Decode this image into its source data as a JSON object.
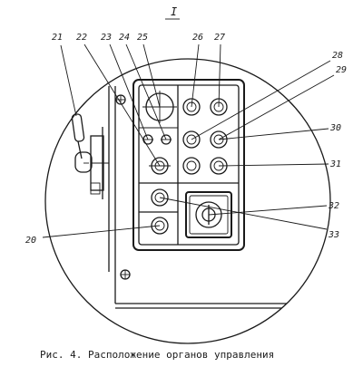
{
  "figure": {
    "view_title": "I",
    "caption": "Рис. 4. Расположение органов управления"
  },
  "callouts": [
    "21",
    "22",
    "23",
    "24",
    "25",
    "26",
    "27",
    "28",
    "29",
    "30",
    "31",
    "32",
    "33",
    "20"
  ]
}
